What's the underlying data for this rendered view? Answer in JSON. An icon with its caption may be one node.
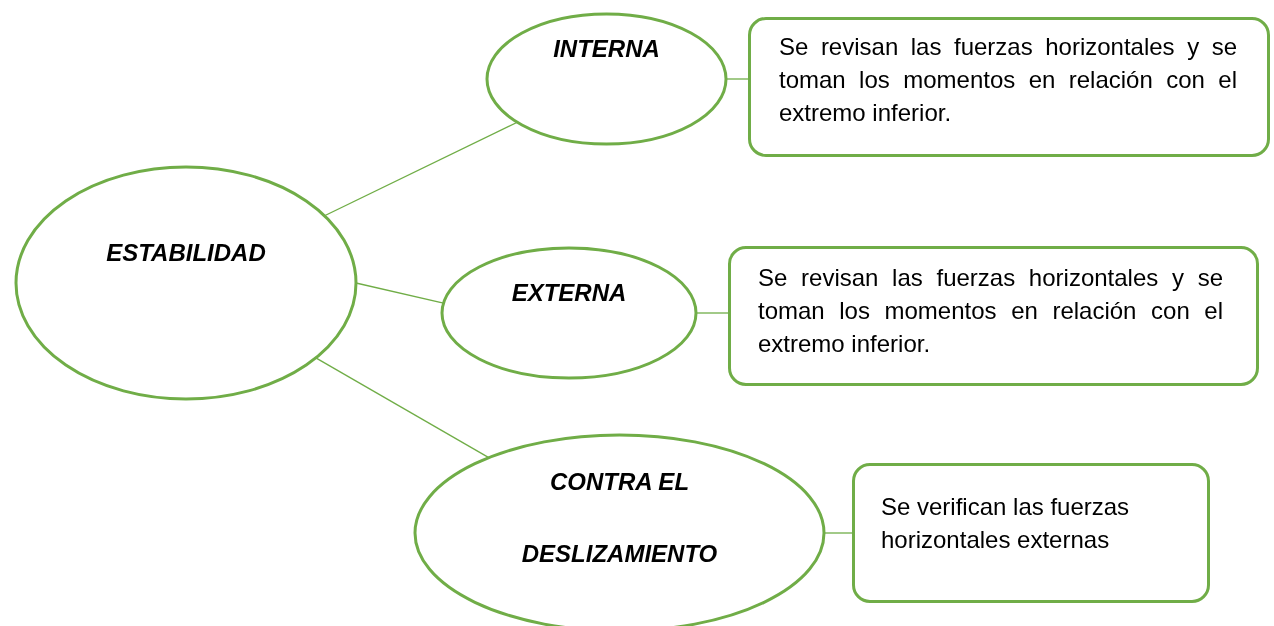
{
  "diagram": {
    "nodes": [
      {
        "text": [
          "ESTABILIDAD"
        ]
      },
      {
        "text": [
          "INTERNA"
        ]
      },
      {
        "text": [
          "Se revisan las fuerzas horizontales y se toman los momentos en relación con el extremo inferior."
        ]
      },
      {
        "text": [
          "EXTERNA"
        ]
      },
      {
        "text": [
          "Se revisan las fuerzas horizontales y se toman los momentos en relación con el extremo inferior."
        ]
      },
      {
        "text": [
          "CONTRA EL DESLIZAMIENTO"
        ]
      },
      {
        "text": [
          "Se verifican las fuerzas horizontales externas"
        ]
      }
    ],
    "edges": [
      {
        "from": 0,
        "to": 1,
        "arrow": "none"
      },
      {
        "from": 1,
        "to": 2,
        "arrow": "none"
      },
      {
        "from": 0,
        "to": 3,
        "arrow": "none"
      },
      {
        "from": 3,
        "to": 4,
        "arrow": "none"
      },
      {
        "from": 0,
        "to": 5,
        "arrow": "none"
      },
      {
        "from": 5,
        "to": 6,
        "arrow": "none"
      }
    ]
  }
}
